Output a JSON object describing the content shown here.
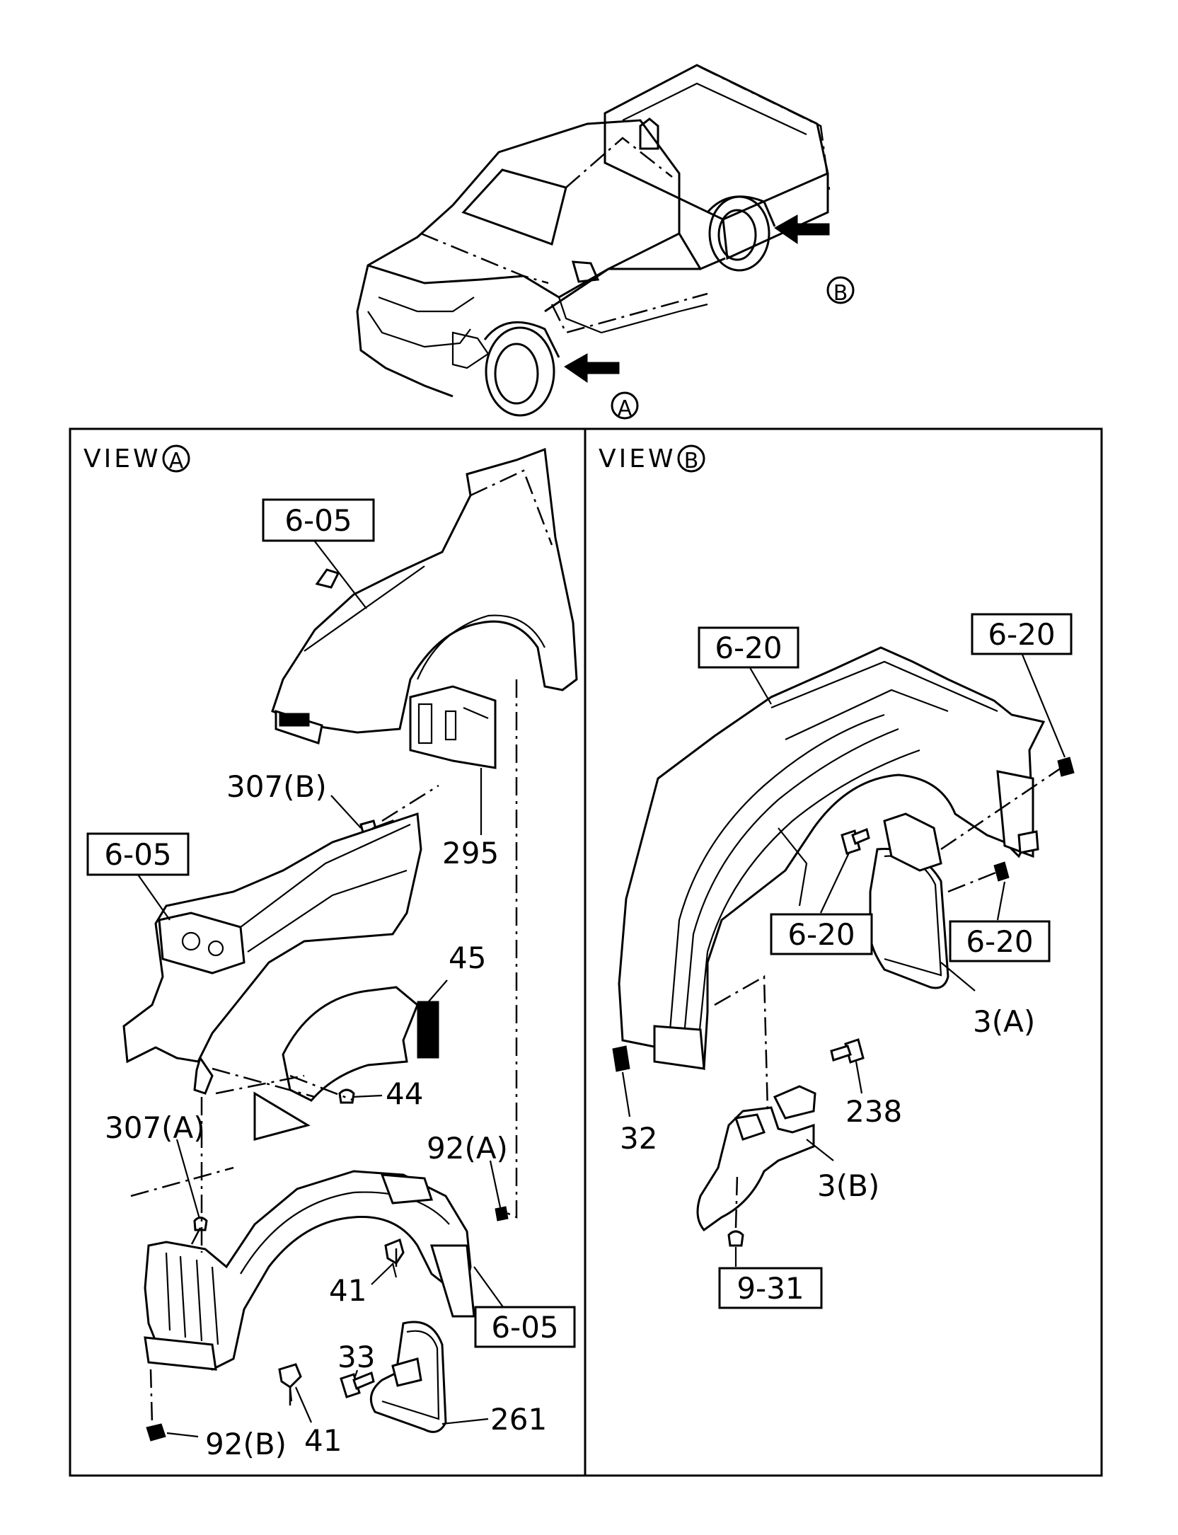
{
  "views": {
    "a": {
      "prefix": "VIEW",
      "letter": "A"
    },
    "b": {
      "prefix": "VIEW",
      "letter": "B"
    }
  },
  "arrows": {
    "a": "A",
    "b": "B"
  },
  "labels": {
    "a_605_top": "6-05",
    "a_605_mid": "6-05",
    "a_605_low": "6-05",
    "a_307b": "307(B)",
    "a_295": "295",
    "a_45": "45",
    "a_44": "44",
    "a_307a": "307(A)",
    "a_92a": "92(A)",
    "a_41_up": "41",
    "a_33": "33",
    "a_41_low": "41",
    "a_261": "261",
    "a_92b": "92(B)",
    "b_620_left": "6-20",
    "b_620_right": "6-20",
    "b_620_mid": "6-20",
    "b_620_low": "6-20",
    "b_3a": "3(A)",
    "b_32": "32",
    "b_238": "238",
    "b_3b": "3(B)",
    "b_931": "9-31"
  }
}
